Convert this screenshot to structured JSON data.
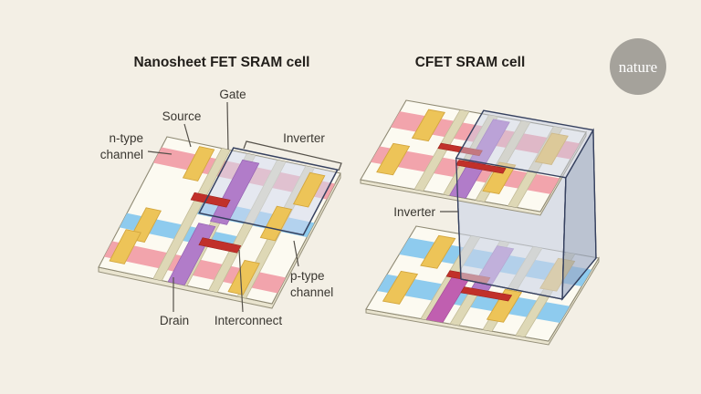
{
  "palette": {
    "background": "#f3efe5",
    "sheet": "#fcfaf1",
    "sheet_edge": "#8f8a74",
    "slab": "#e9e4cf",
    "slab_edge": "#95907a",
    "pink": "#f2a4ac",
    "blue": "#8ecbee",
    "yellow": "#edc458",
    "yellow_edge": "#d3a63e",
    "tan": "#ded8b6",
    "tan_edge": "#c2bb97",
    "purple": "#b17cc9",
    "magenta": "#c05fb0",
    "red": "#c1302a",
    "navy": "#36415f",
    "overlay": "rgba(210,217,238,0.55)",
    "box_top": "rgba(199,209,233,0.45)",
    "box_front": "rgba(203,212,232,0.6)",
    "box_right": "rgba(156,170,198,0.65)",
    "title": "#221f1b",
    "label": "#3a3731",
    "pointer": "#55514a",
    "logo_gray": "#a5a29b",
    "logo_text": "#ffffff"
  },
  "header": {
    "left_title": "Nanosheet FET SRAM cell",
    "right_title": "CFET SRAM cell"
  },
  "left_diagram": {
    "labels": {
      "source": "Source",
      "gate": "Gate",
      "n_type_1": "n-type",
      "n_type_2": "channel",
      "inverter": "Inverter",
      "p_type_1": "p-type",
      "p_type_2": "channel",
      "drain": "Drain",
      "interconnect": "Interconnect"
    }
  },
  "right_diagram": {
    "labels": {
      "inverter": "Inverter"
    }
  },
  "logo": {
    "text": "nature"
  }
}
